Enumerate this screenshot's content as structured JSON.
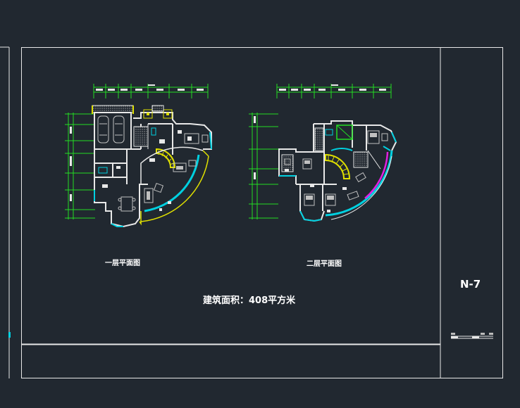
{
  "drawing": {
    "plan_labels": [
      "一层平面图",
      "二层平面图"
    ],
    "area_note": "建筑面积：408平方米",
    "sheet_number": "N-7",
    "colors": {
      "background": "#212830",
      "linework": "#e8e8e8",
      "dimension": "#22dd22",
      "curtain_wall": "#00d0e0",
      "railing": "#e0e000",
      "accent": "#e020e0",
      "furniture": "#c0c0c0"
    }
  }
}
